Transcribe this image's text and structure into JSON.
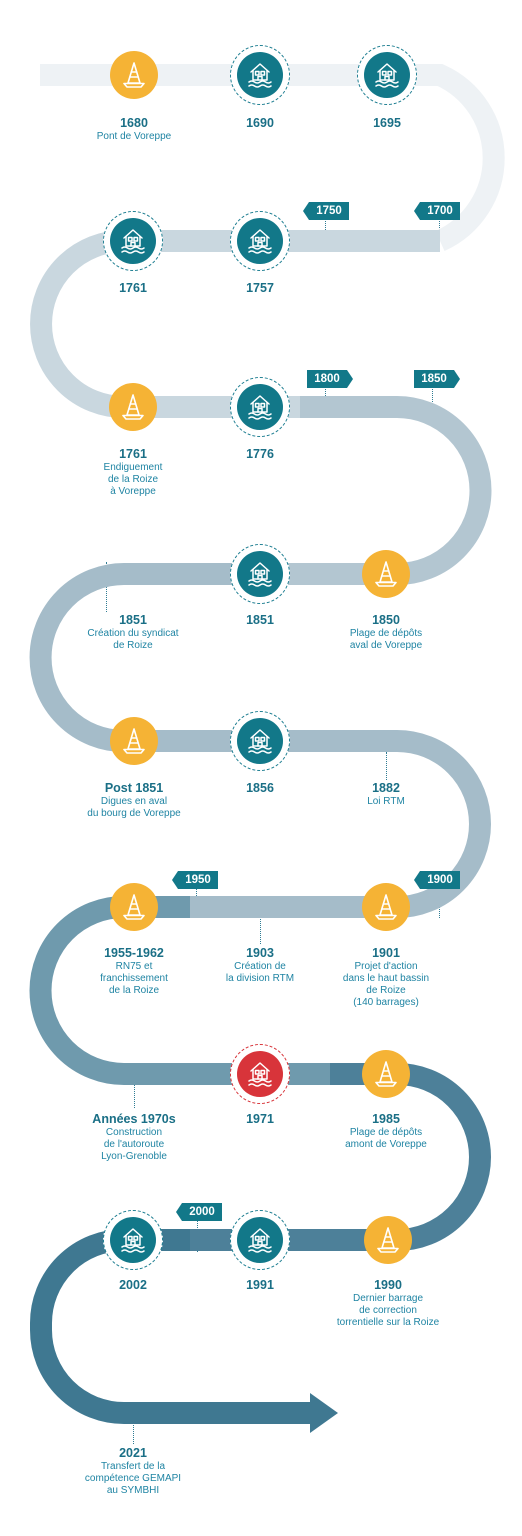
{
  "colors": {
    "cone": "#f5b335",
    "flood": "#127889",
    "red": "#d8343a",
    "year_text": "#1a6f86",
    "desc_text": "#1f84a3",
    "flag": "#127889",
    "road": [
      "#eef2f5",
      "#c9d7df",
      "#b3c6d1",
      "#a5bcc9",
      "#6f9aad",
      "#4d8099",
      "#3f7891"
    ]
  },
  "icons": {
    "cone": "traffic-cone-icon",
    "flood": "flooded-house-icon"
  },
  "events": [
    {
      "year": "1680",
      "desc": "Pont de Voreppe",
      "icon": "cone"
    },
    {
      "year": "1690",
      "desc": "",
      "icon": "flood"
    },
    {
      "year": "1695",
      "desc": "",
      "icon": "flood"
    },
    {
      "year": "1761",
      "desc": "",
      "icon": "flood"
    },
    {
      "year": "1757",
      "desc": "",
      "icon": "flood"
    },
    {
      "year": "1761",
      "desc": "Endiguement\nde la Roize\nà Voreppe",
      "icon": "cone"
    },
    {
      "year": "1776",
      "desc": "",
      "icon": "flood"
    },
    {
      "year": "1851",
      "desc": "Création du syndicat\nde Roize",
      "icon": "none"
    },
    {
      "year": "1851",
      "desc": "",
      "icon": "flood"
    },
    {
      "year": "1850",
      "desc": "Plage de dépôts\naval de Voreppe",
      "icon": "cone"
    },
    {
      "year": "Post 1851",
      "desc": "Digues en aval\ndu bourg de Voreppe",
      "icon": "cone"
    },
    {
      "year": "1856",
      "desc": "",
      "icon": "flood"
    },
    {
      "year": "1882",
      "desc": "Loi RTM",
      "icon": "none"
    },
    {
      "year": "1955-1962",
      "desc": "RN75 et\nfranchissement\nde la Roize",
      "icon": "cone"
    },
    {
      "year": "1903",
      "desc": "Création de\nla division RTM",
      "icon": "none"
    },
    {
      "year": "1901",
      "desc": "Projet d'action\ndans le haut bassin\nde Roize\n(140 barrages)",
      "icon": "cone"
    },
    {
      "year": "Années 1970s",
      "desc": "Construction\nde l'autoroute\nLyon-Grenoble",
      "icon": "none"
    },
    {
      "year": "1971",
      "desc": "",
      "icon": "red"
    },
    {
      "year": "1985",
      "desc": "Plage de dépôts\namont de Voreppe",
      "icon": "cone"
    },
    {
      "year": "2002",
      "desc": "",
      "icon": "flood"
    },
    {
      "year": "1991",
      "desc": "",
      "icon": "flood"
    },
    {
      "year": "1990",
      "desc": "Dernier barrage\nde correction\ntorrentielle sur la Roize",
      "icon": "cone"
    },
    {
      "year": "2021",
      "desc": "Transfert de la\ncompétence GEMAPI\nau SYMBHI",
      "icon": "none"
    }
  ],
  "markers": [
    {
      "label": "1750",
      "dir": "left"
    },
    {
      "label": "1700",
      "dir": "left"
    },
    {
      "label": "1800",
      "dir": "right"
    },
    {
      "label": "1850",
      "dir": "right"
    },
    {
      "label": "1950",
      "dir": "left"
    },
    {
      "label": "1900",
      "dir": "left"
    },
    {
      "label": "2000",
      "dir": "left"
    }
  ]
}
